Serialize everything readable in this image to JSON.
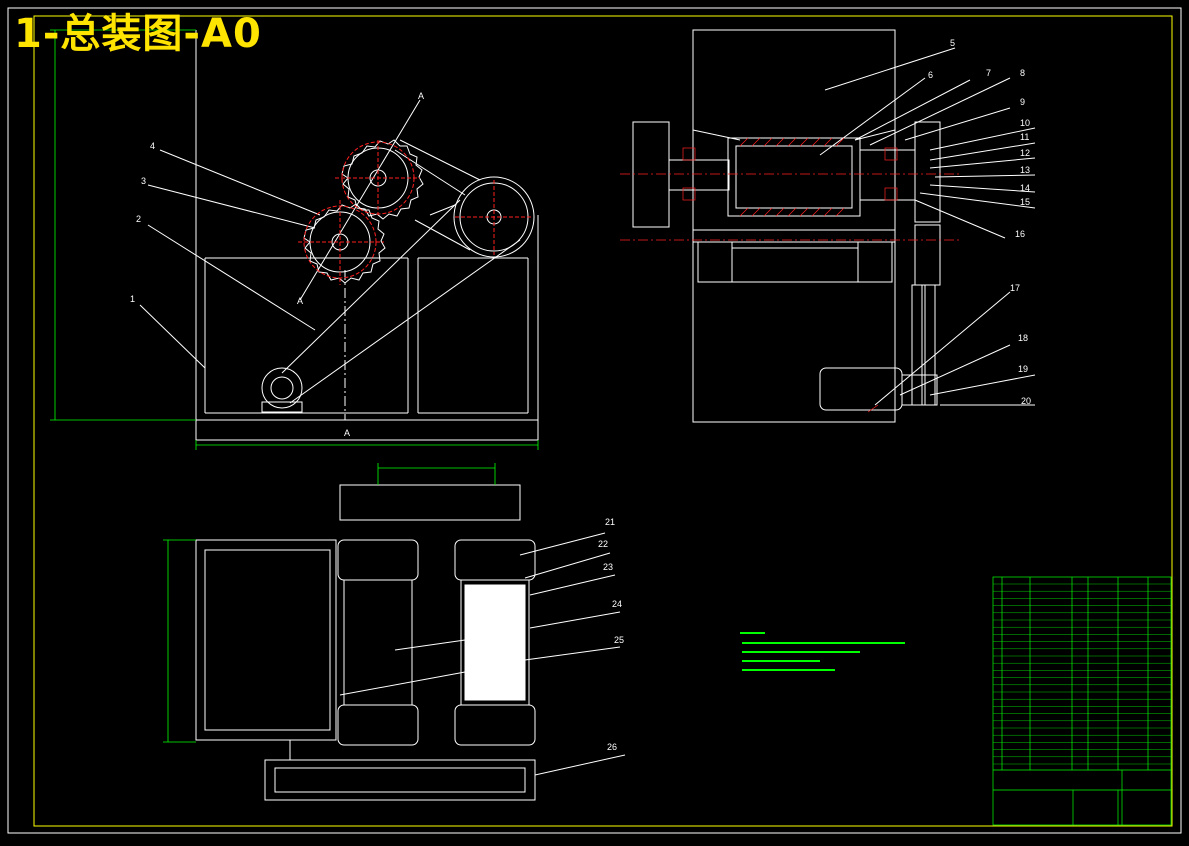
{
  "drawing": {
    "title": "1-总装图-A0",
    "section_label": "A",
    "part_numbers": [
      "1",
      "2",
      "3",
      "4",
      "5",
      "6",
      "7",
      "8",
      "9",
      "10",
      "11",
      "12",
      "13",
      "14",
      "15",
      "16",
      "17",
      "18",
      "19",
      "20",
      "21",
      "22",
      "23",
      "24",
      "25",
      "26"
    ]
  },
  "colors": {
    "background": "#000000",
    "linework": "#ffffff",
    "title_text": "#ffe400",
    "hidden_lines": "#ff2020",
    "dimensions": "#00ff00",
    "title_block": "#00ff00"
  }
}
